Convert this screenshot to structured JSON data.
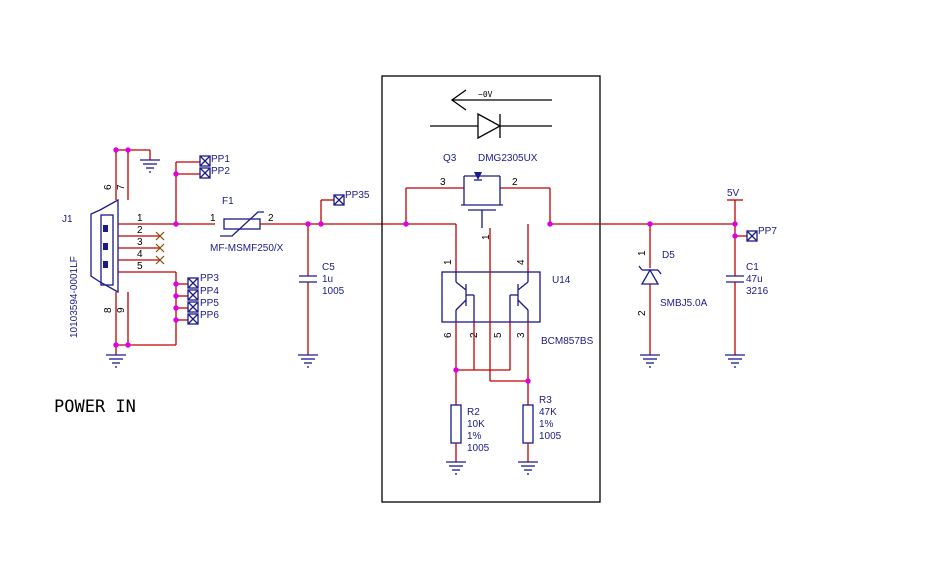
{
  "title": "POWER IN",
  "connector": {
    "ref": "J1",
    "part": "10103594-0001LF",
    "pins": [
      "1",
      "2",
      "3",
      "4",
      "5",
      "6",
      "7",
      "8",
      "9"
    ]
  },
  "fuse": {
    "ref": "F1",
    "part": "MF-MSMF250/X",
    "pin1": "1",
    "pin2": "2"
  },
  "c5": {
    "ref": "C5",
    "value": "1u",
    "pkg": "1005"
  },
  "c1": {
    "ref": "C1",
    "value": "47u",
    "pkg": "3216"
  },
  "d5": {
    "ref": "D5",
    "part": "SMBJ5.0A",
    "pin1": "1",
    "pin2": "2"
  },
  "q3": {
    "ref": "Q3",
    "part": "DMG2305UX",
    "pin1": "1",
    "pin2": "2",
    "pin3": "3"
  },
  "u14": {
    "ref": "U14",
    "part": "BCM857BS",
    "pins": [
      "1",
      "2",
      "3",
      "4",
      "5",
      "6"
    ]
  },
  "r2": {
    "ref": "R2",
    "value": "10K",
    "tol": "1%",
    "pkg": "1005"
  },
  "r3": {
    "ref": "R3",
    "value": "47K",
    "tol": "1%",
    "pkg": "1005"
  },
  "rail": {
    "name": "5V"
  },
  "arrow_note": "~0V",
  "testpoints": [
    "PP1",
    "PP2",
    "PP3",
    "PP4",
    "PP5",
    "PP6",
    "PP35",
    "PP7"
  ]
}
